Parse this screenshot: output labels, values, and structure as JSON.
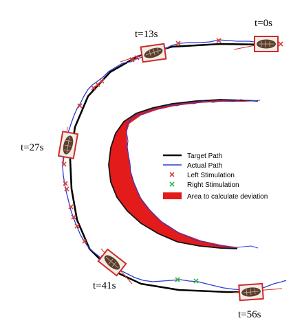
{
  "time_labels": {
    "t0": "t=0s",
    "t13": "t=13s",
    "t27": "t=27s",
    "t41": "t=41s",
    "t56": "t=56s"
  },
  "legend": {
    "target_path": "Target Path",
    "actual_path": "Actual Path",
    "left_stimulation": "Left Stimulation",
    "right_stimulation": "Right Stimulation",
    "area": "Area to calculate deviation"
  },
  "colors": {
    "target_path": "#000000",
    "actual_path": "#2b3bd1",
    "left_stimulation": "#d93b3b",
    "right_stimulation": "#2fb34a",
    "area_fill": "#e41b1b",
    "box_outline": "#d02a2a",
    "beetle_body": "#5b3f2c"
  }
}
